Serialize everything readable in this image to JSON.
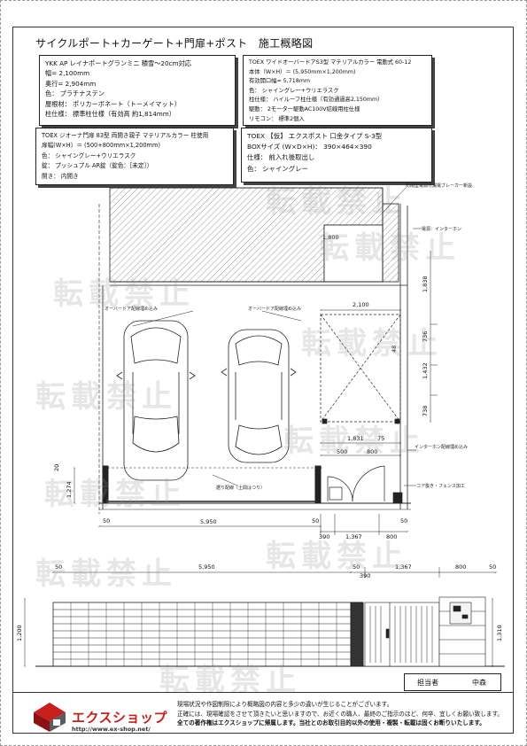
{
  "title": "サイクルポート+カーゲート+門扉+ポスト　施工概略図",
  "spec_carport": [
    "YKK AP レイナポートグランミニ 積雪～20cm対応",
    "幅= 2,100mm",
    "奥行= 2,904mm",
    "色： プラチナステン",
    "屋根材： ポリカーボネート（トーメイマット）",
    "柱仕様： 標準柱仕様（有効高 約1,814mm）"
  ],
  "spec_gate": [
    "TOEX ワイドオーバードアS3型 マテリアルカラー 電動式 60-12",
    "本体（W×H）＝ (5,950mm×1,200mm)",
    "有効開口幅= 5,718mm",
    "色： シャイングレー+ウリエラスク",
    "柱仕様： ハイルーフ柱仕様（有効通過高2,150mm）",
    "駆動： 2モーター駆動AC100V結線用柱仕様",
    "リモコン： 標準2個入"
  ],
  "spec_door": [
    "TOEX ジオーナ門扉 83型 両開き親子 マテリアルカラー 柱使用",
    "扉幅(W×H）＝ (500+800mm×1,200mm)",
    "色： シャイングレー+ウリエラスク",
    "錠： プッシュプル AR錠（錠色：［未定］）",
    "開き： 内開き"
  ],
  "spec_post": [
    "TOEX 【仮】 エクスポスト 口金タイプ S-3型",
    "BOXサイズ (W×D×H)： 390×464×390",
    "仕様： 前入れ後取出し",
    "色： シャイングレー"
  ],
  "annotations": {
    "breaker": "防雨型電源付漏電ブレーカー新設",
    "power": "電源：インターホン",
    "buried_left": "オーバードア配線埋め込み",
    "buried_right": "オーバードア配線埋め込み",
    "intercom_buried": "インターホン配線埋め込み",
    "base": "据り配線（土間はつり）",
    "fence": "コア抜き・フェンス加工"
  },
  "dims_plan": {
    "d2100": "2,100",
    "d1838": "1,838",
    "d736a": "736",
    "d1432": "1,432",
    "d738": "738",
    "d1831": "1,831",
    "d75": "75",
    "d500": "500",
    "d800": "800",
    "d50a": "50",
    "d50b": "50",
    "d50c": "50",
    "d20": "20",
    "d1274": "1,274",
    "d5950": "5,950",
    "d390": "390",
    "d1367": "1,367",
    "d800b": "800",
    "d1800": "1,800",
    "d48": "48"
  },
  "dims_elev": {
    "d50a": "50",
    "d5950": "5,950",
    "d50b": "50",
    "d390": "390",
    "d1367": "1,367",
    "d800": "800",
    "d50c": "50",
    "h1200": "1,200",
    "h1310": "1,310"
  },
  "staff": {
    "label": "担当者",
    "name": "中森"
  },
  "brand": {
    "name": "エクスショップ",
    "url": "http://www.ex-shop.net/",
    "color": "#c81e1e"
  },
  "notice": [
    "現場状況や作図制限により概略図の内容と多少の違いが生じることがございます。",
    "正確には、現場確認をさせて頂きたいと思いますので、お近くの職人、最終のご指示のほど、何卒、宜しくお願い致します。",
    "全ての著作権はエクスショップに帰属します。当社とのお取引目的以外の使用・複製・転載は固くお断りいたします。"
  ],
  "watermark": "転載禁止"
}
